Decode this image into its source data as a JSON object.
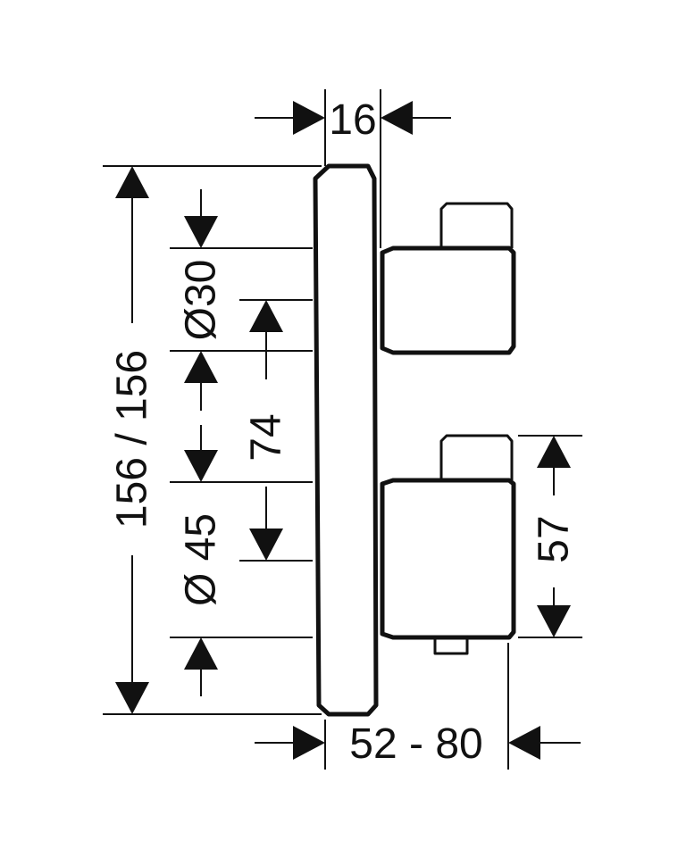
{
  "colors": {
    "line": "#111111",
    "background": "#ffffff"
  },
  "dimensions": {
    "depth_top": "16",
    "overall_height": "156 / 156",
    "upper_knob_diameter": "Ø30",
    "knob_spacing": "74",
    "lower_knob_diameter": "Ø 45",
    "lower_knob_height": "57",
    "mount_depth_range": "52 - 80"
  }
}
